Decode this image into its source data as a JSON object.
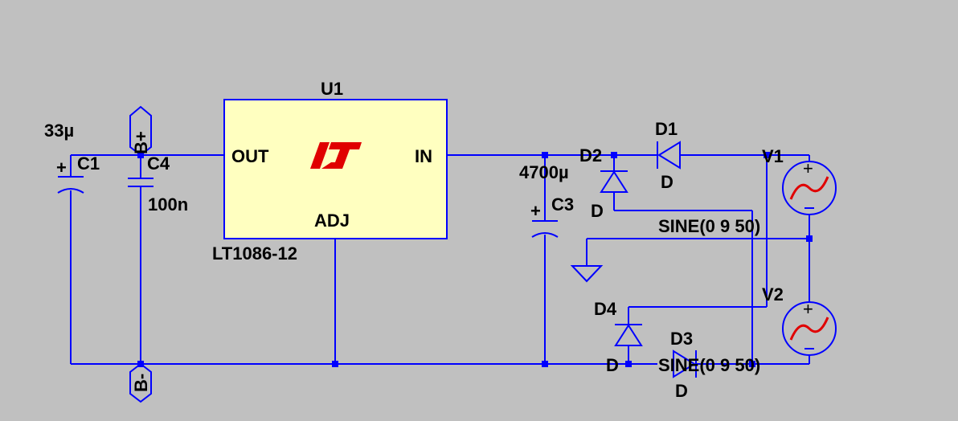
{
  "colors": {
    "background": "#c0c0c0",
    "wire": "#0000ff",
    "ic_fill": "#ffffc0",
    "logo": "#e00000",
    "sine": "#e00000"
  },
  "components": {
    "C1": {
      "name": "C1",
      "value": "33µ"
    },
    "C4": {
      "name": "C4",
      "value": "100n"
    },
    "C3": {
      "name": "C3",
      "value": "4700µ"
    },
    "U1": {
      "name": "U1",
      "part": "LT1086-12",
      "pin_out": "OUT",
      "pin_in": "IN",
      "pin_adj": "ADJ"
    },
    "D1": {
      "name": "D1",
      "model": "D"
    },
    "D2": {
      "name": "D2",
      "model": "D"
    },
    "D3": {
      "name": "D3",
      "model": "D"
    },
    "D4": {
      "name": "D4",
      "model": "D"
    },
    "V1": {
      "name": "V1",
      "value": "SINE(0 9 50)"
    },
    "V2": {
      "name": "V2",
      "value": "SINE(0 9 50)"
    }
  },
  "net_labels": {
    "b_plus": "B+",
    "b_minus": "B-"
  },
  "symbols": {
    "ground": "ground-icon",
    "lt_logo": "lt-logo-icon",
    "sine_source": "sine-source-icon"
  }
}
